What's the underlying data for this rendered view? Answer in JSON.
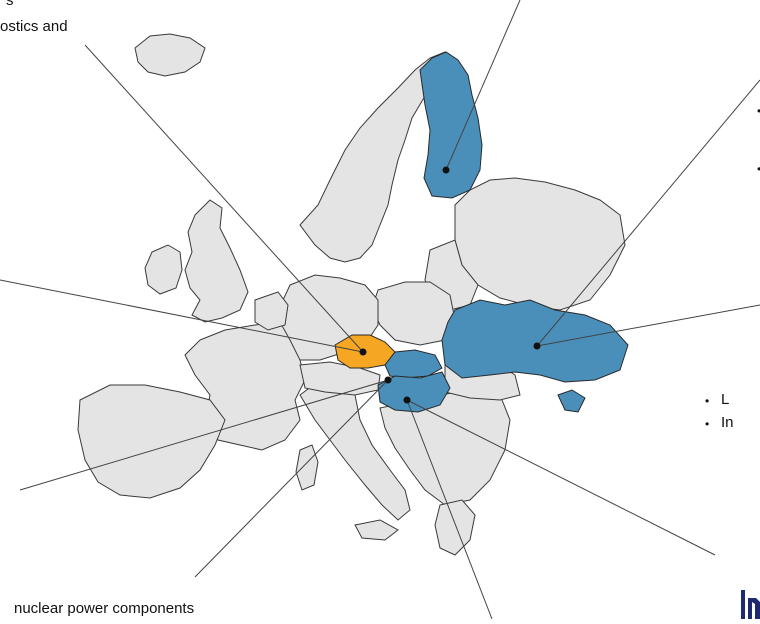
{
  "labels": {
    "top_left_line1": "s",
    "top_left_line2": "ostics and",
    "bottom_left": "nuclear power components",
    "right_line1": "L",
    "right_line2": "In"
  },
  "bullets": {
    "symbol": "•"
  },
  "colors": {
    "land": "#e4e4e4",
    "border": "#3a3a3a",
    "highlight_blue": "#4a8fba",
    "highlight_orange": "#f5a623",
    "leader_line": "#444444",
    "marker": "#111111",
    "logo": "#1f2a6e"
  },
  "highlighted_regions": [
    {
      "name": "finland",
      "color": "highlight_blue"
    },
    {
      "name": "ukraine",
      "color": "highlight_blue"
    },
    {
      "name": "czech-republic",
      "color": "highlight_orange"
    },
    {
      "name": "slovakia",
      "color": "highlight_blue"
    },
    {
      "name": "hungary",
      "color": "highlight_blue"
    }
  ]
}
